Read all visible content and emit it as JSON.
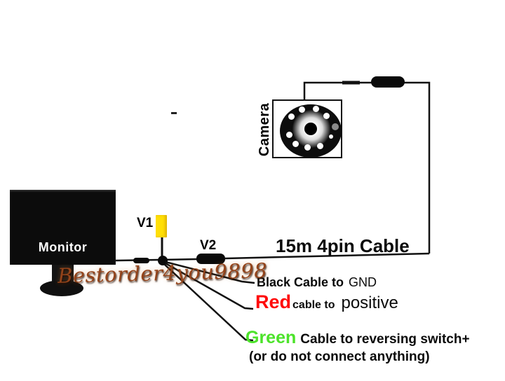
{
  "labels": {
    "camera": "Camera",
    "monitor": "Monitor",
    "v1": "V1",
    "v2": "V2",
    "cable": "15m 4pin Cable"
  },
  "connections": {
    "black": {
      "name": "Black Cable to",
      "target": "GND"
    },
    "red": {
      "name": "Red",
      "mid": "cable to",
      "target": "positive"
    },
    "green": {
      "name": "Green",
      "mid": "Cable to reversing switch+",
      "note": "(or do not connect anything)"
    }
  },
  "watermark": "Bestorder4you9898",
  "colors": {
    "wire": "#111111",
    "red_label": "#ff0a0a",
    "green_label": "#4ce32a",
    "v1_connector_yellow": "#ffdf05",
    "watermark_brown": "#93431a"
  }
}
